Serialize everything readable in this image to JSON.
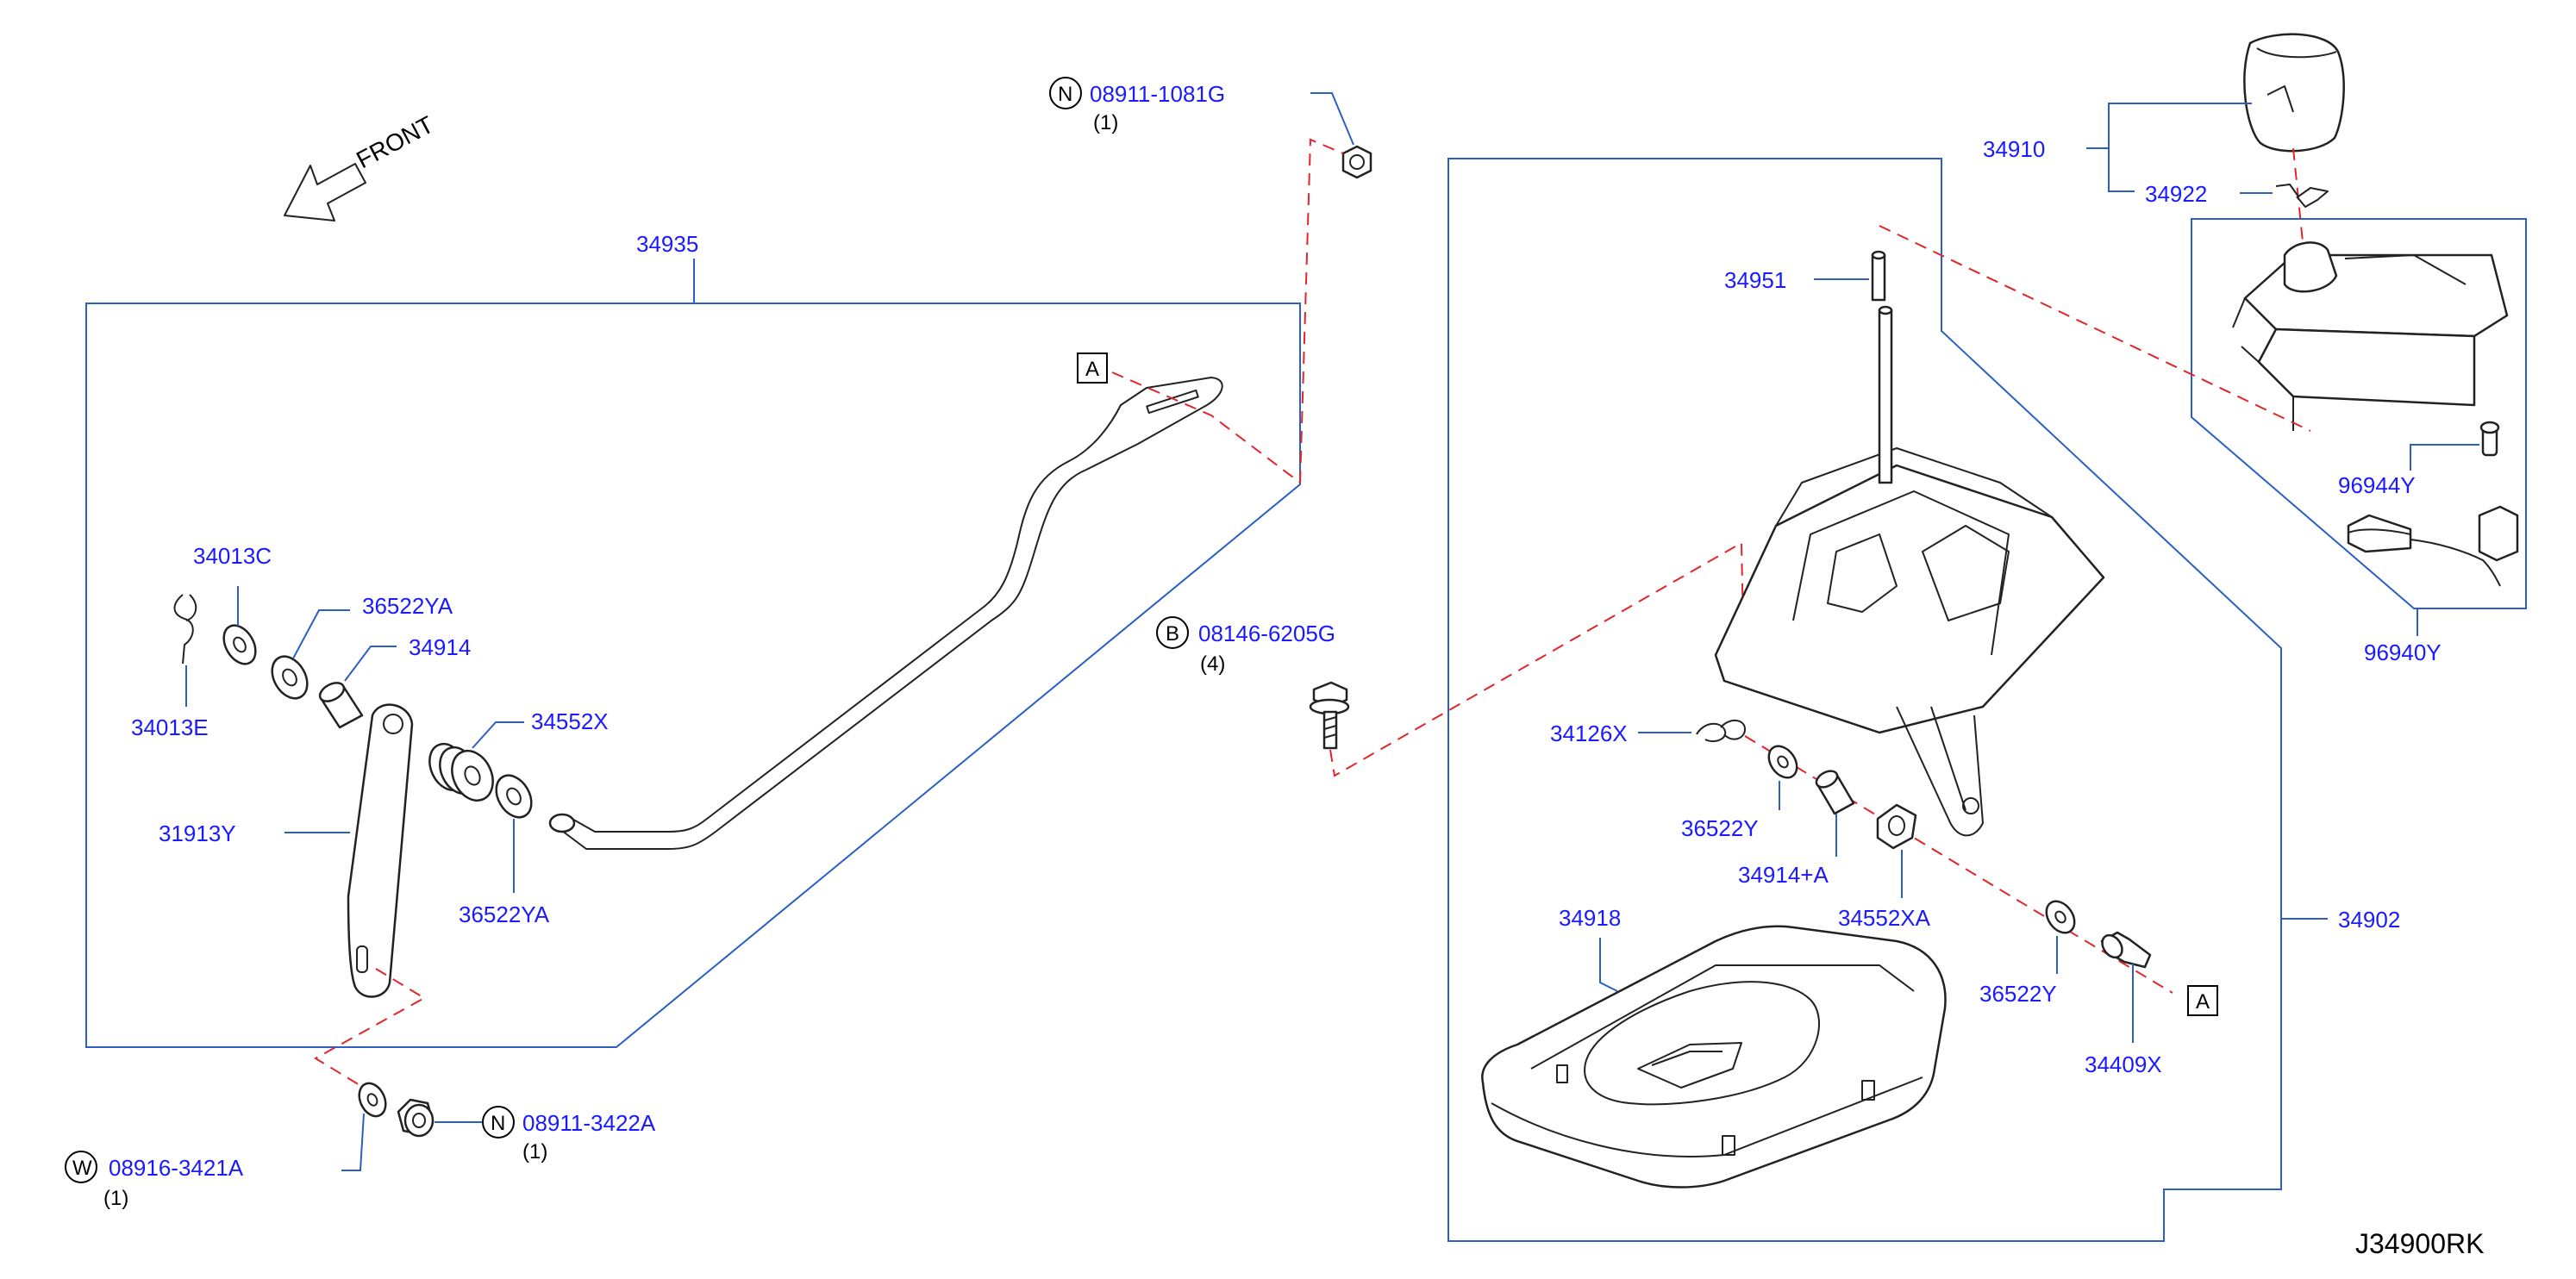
{
  "diagram": {
    "front_label": "FRONT",
    "diagram_code": "J34900RK",
    "ref_a": "A",
    "parts": {
      "p34935": "34935",
      "p34013C": "34013C",
      "p36522YA_top": "36522YA",
      "p34914": "34914",
      "p34013E": "34013E",
      "p34552X": "34552X",
      "p31913Y": "31913Y",
      "p36522YA_bottom": "36522YA",
      "p08916_3421A": "08916-3421A",
      "p08911_3422A": "08911-3422A",
      "p08911_1081G": "08911-1081G",
      "p08146_6205G": "08146-6205G",
      "p34910": "34910",
      "p34922": "34922",
      "p34951": "34951",
      "p96944Y": "96944Y",
      "p96940Y": "96940Y",
      "p34126X": "34126X",
      "p36522Y_upper": "36522Y",
      "p34914A": "34914+A",
      "p34552XA": "34552XA",
      "p34918": "34918",
      "p34902": "34902",
      "p36522Y_lower": "36522Y",
      "p34409X": "34409X"
    },
    "quantities": {
      "q08916_3421A": "(1)",
      "q08911_3422A": "(1)",
      "q08911_1081G": "(1)",
      "q08146_6205G": "(4)"
    },
    "fastener_symbols": {
      "w": "W",
      "n_bottom": "N",
      "n_top": "N",
      "b": "B"
    }
  }
}
